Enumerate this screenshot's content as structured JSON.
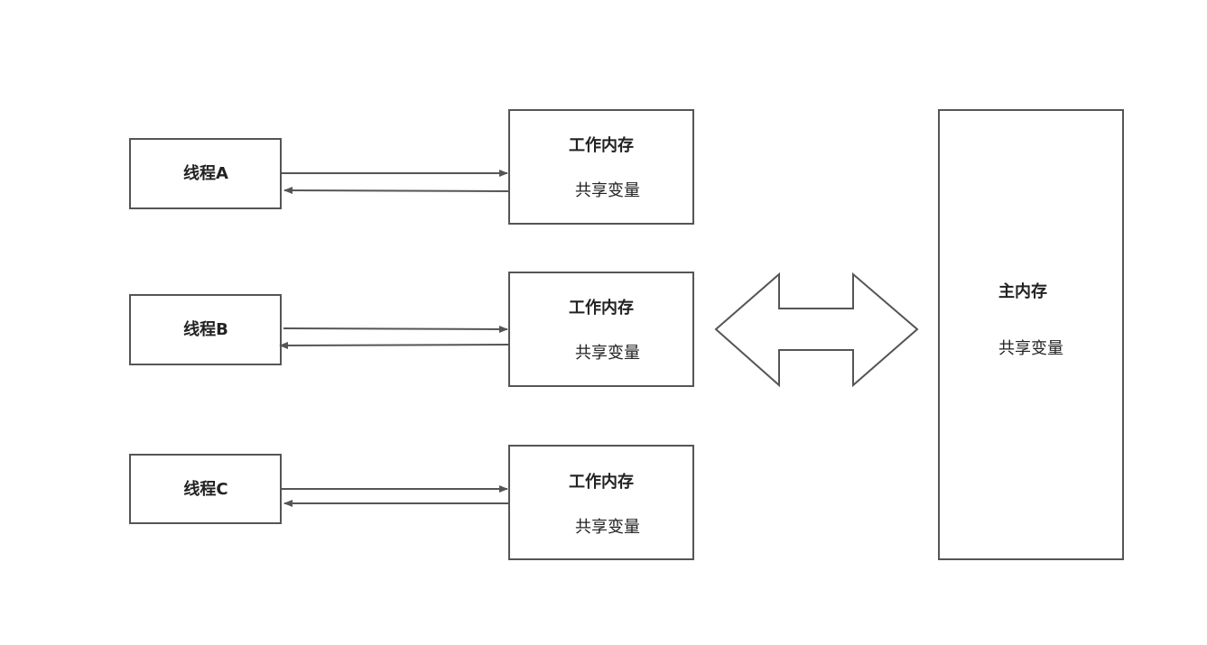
{
  "threads": [
    {
      "label": "线程A"
    },
    {
      "label": "线程B"
    },
    {
      "label": "线程C"
    }
  ],
  "working_memories": [
    {
      "title": "工作内存",
      "content": "共享变量"
    },
    {
      "title": "工作内存",
      "content": "共享变量"
    },
    {
      "title": "工作内存",
      "content": "共享变量"
    }
  ],
  "main_memory": {
    "title": "主内存",
    "content": "共享变量"
  },
  "colors": {
    "stroke": "#555555",
    "text": "#222222",
    "background": "#ffffff"
  }
}
